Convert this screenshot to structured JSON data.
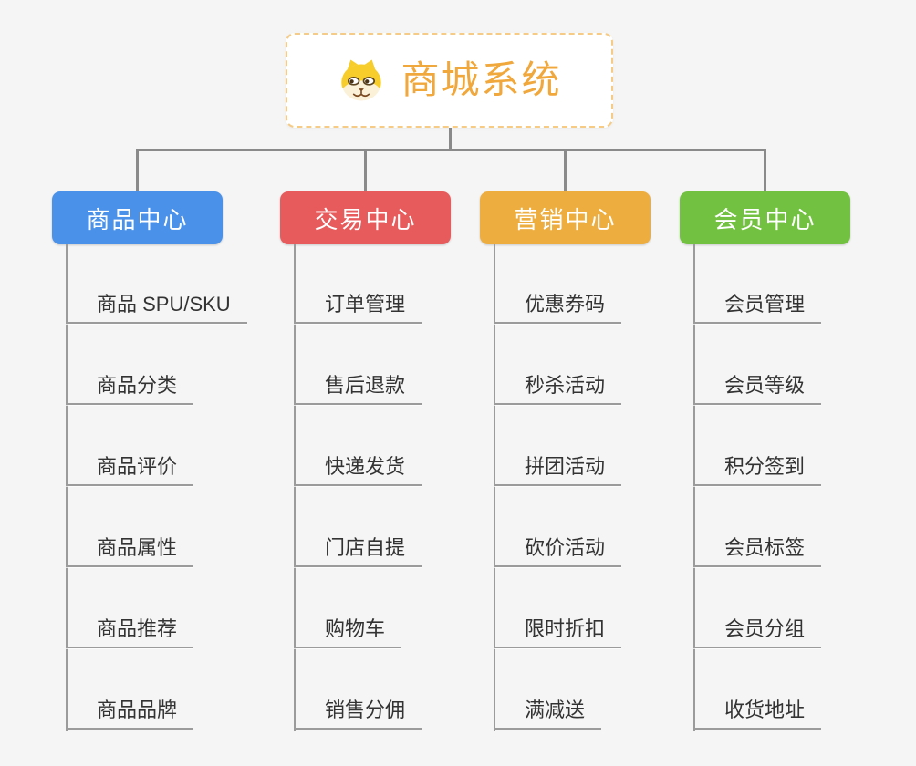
{
  "background_color": "#f5f5f5",
  "connector_color": "#8a8a8a",
  "root": {
    "title": "商城系统",
    "icon": "shiba-dog-icon",
    "text_color": "#f0a73c",
    "border_color": "#f5cb85"
  },
  "branches": [
    {
      "id": "product-center",
      "label": "商品中心",
      "color": "#4a91e9",
      "items": [
        "商品 SPU/SKU",
        "商品分类",
        "商品评价",
        "商品属性",
        "商品推荐",
        "商品品牌"
      ]
    },
    {
      "id": "trade-center",
      "label": "交易中心",
      "color": "#e75b5c",
      "items": [
        "订单管理",
        "售后退款",
        "快递发货",
        "门店自提",
        "购物车",
        "销售分佣"
      ]
    },
    {
      "id": "marketing-center",
      "label": "营销中心",
      "color": "#eead3f",
      "items": [
        "优惠券码",
        "秒杀活动",
        "拼团活动",
        "砍价活动",
        "限时折扣",
        "满减送"
      ]
    },
    {
      "id": "member-center",
      "label": "会员中心",
      "color": "#72c140",
      "items": [
        "会员管理",
        "会员等级",
        "积分签到",
        "会员标签",
        "会员分组",
        "收货地址"
      ]
    }
  ]
}
